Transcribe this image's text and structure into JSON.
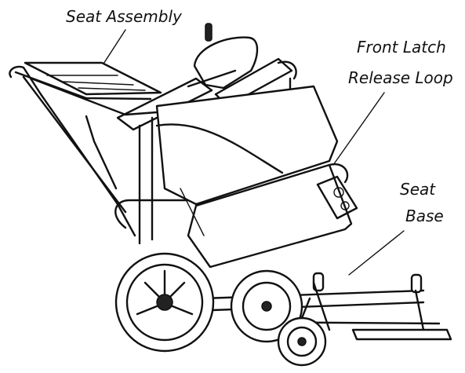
{
  "labels": {
    "seat_assembly": "Seat Assembly",
    "front_latch_line1": "Front Latch",
    "front_latch_line2": "Release Loop",
    "seat_base_line1": "Seat",
    "seat_base_line2": "Base"
  },
  "colors": {
    "line": "#111111",
    "background": "#ffffff"
  }
}
